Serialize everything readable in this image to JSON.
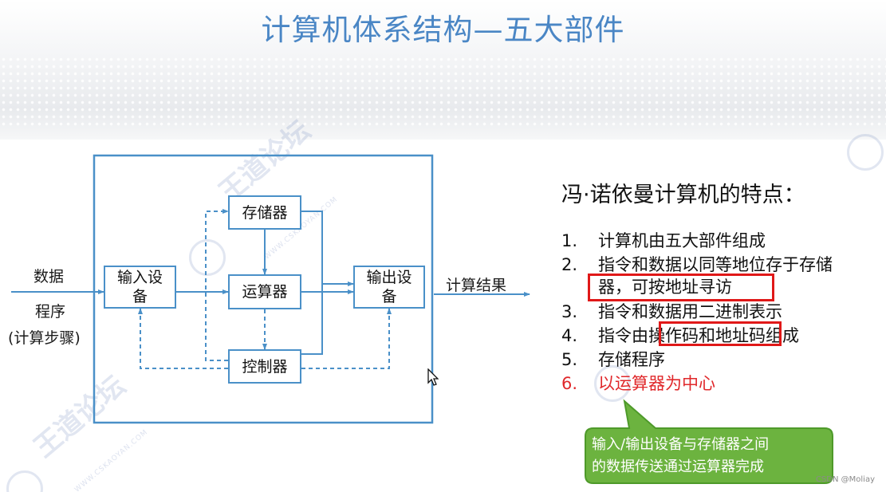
{
  "title": "计算机体系结构—五大部件",
  "diagram": {
    "input_labels": [
      "数据",
      "程序",
      "(计算步骤)"
    ],
    "output_label": "计算结果",
    "nodes": {
      "memory": "存储器",
      "alu": "运算器",
      "control": "控制器",
      "input_line1": "输入设",
      "input_line2": "备",
      "output_line1": "输出设",
      "output_line2": "备"
    }
  },
  "features": {
    "title": "冯·诺依曼计算机的特点：",
    "items": [
      {
        "num": "1.",
        "text": "计算机由五大部件组成"
      },
      {
        "num": "2.",
        "text": "指令和数据以同等地位存于存储"
      },
      {
        "num": "",
        "text": "器，可按地址寻访"
      },
      {
        "num": "3.",
        "text": "指令和数据用二进制表示"
      },
      {
        "num": "4.",
        "text": "指令由操作码和地址码组成"
      },
      {
        "num": "5.",
        "text": "存储程序"
      },
      {
        "num": "6.",
        "text": "以运算器为中心"
      }
    ]
  },
  "callout": {
    "line1": "输入/输出设备与存储器之间",
    "line2": "的数据传送通过运算器完成",
    "fill": "#6cb33f",
    "border": "#4e9a2a"
  },
  "watermark": {
    "text": "王道论坛",
    "url": "WWW.CSKAOYAN.COM"
  },
  "credit": "CSDN @Moliay",
  "colors": {
    "title": "#4a86c5",
    "diagram_line": "#4a90c8",
    "highlight": "#e01818",
    "emphasis": "#e0282b"
  }
}
